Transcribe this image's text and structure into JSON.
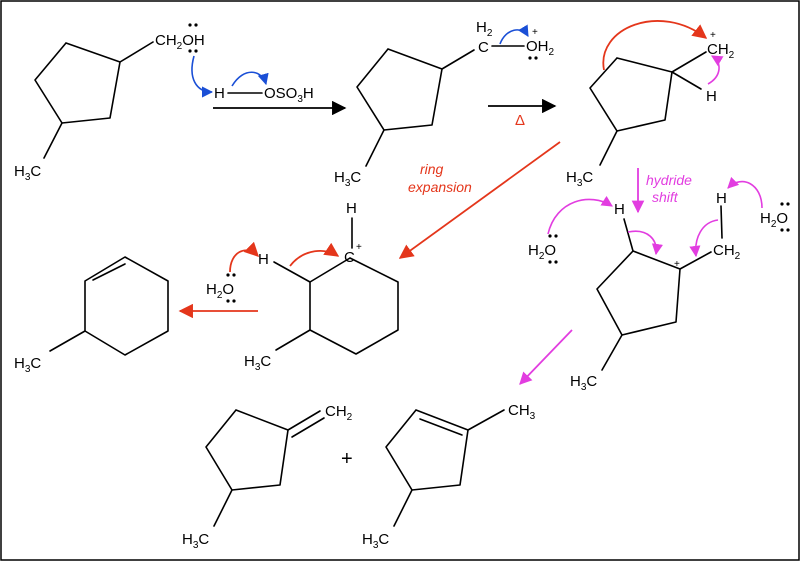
{
  "colors": {
    "blue_arrow": "#1a4fd6",
    "red_arrow": "#e4361b",
    "magenta_arrow": "#e23de0",
    "border": "#000000"
  },
  "labels": {
    "ch2oh_ch": "CH",
    "sub2": "2",
    "sub3": "3",
    "oh_o": "OH",
    "h3c_h": "H",
    "h3c_c": "C",
    "h": "H",
    "c": "C",
    "plus": "+",
    "o": "O",
    "oso3h_a": "OSO",
    "oso3h_h": "H",
    "ch2_ch": "CH",
    "h2o_h": "H",
    "h2o_o": "O",
    "ch3_ch": "CH",
    "sum_plus": "+"
  },
  "annotations": {
    "heat": "Δ",
    "ring_line1": "ring",
    "ring_line2": "expansion",
    "hydride_line1": "hydride",
    "hydride_line2": "shift"
  }
}
